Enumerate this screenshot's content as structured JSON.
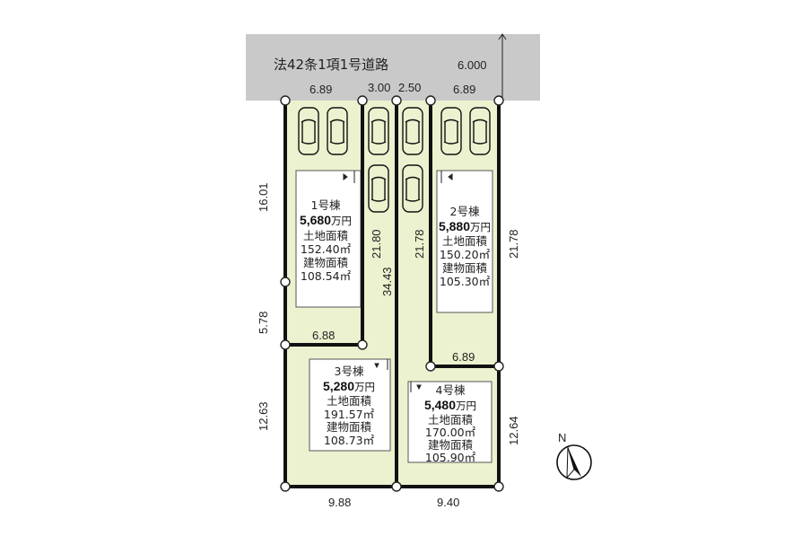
{
  "road": {
    "label": "法42条1項1号道路",
    "width": "6.000"
  },
  "dimensions": {
    "top_lot1": "6.89",
    "top_flag1": "3.00",
    "top_flag2": "2.50",
    "top_lot2": "6.89",
    "left_upper": "16.01",
    "left_mid": "5.78",
    "left_lower": "12.63",
    "flag1_depth": "21.80",
    "flag1_total": "34.43",
    "flag2_depth": "21.78",
    "lot2_right": "21.78",
    "lot4_right": "12.64",
    "lot1_bottom": "6.88",
    "lot2_bottom": "6.89",
    "bottom_lot3": "9.88",
    "bottom_lot4": "9.40"
  },
  "lots": [
    {
      "name": "1号棟",
      "price": "5,680",
      "unit": "万円",
      "land_label": "土地面積",
      "land": "152.40㎡",
      "bldg_label": "建物面積",
      "bldg": "108.54㎡"
    },
    {
      "name": "2号棟",
      "price": "5,880",
      "unit": "万円",
      "land_label": "土地面積",
      "land": "150.20㎡",
      "bldg_label": "建物面積",
      "bldg": "105.30㎡"
    },
    {
      "name": "3号棟",
      "price": "5,280",
      "unit": "万円",
      "land_label": "土地面積",
      "land": "191.57㎡",
      "bldg_label": "建物面積",
      "bldg": "108.73㎡"
    },
    {
      "name": "4号棟",
      "price": "5,480",
      "unit": "万円",
      "land_label": "土地面積",
      "land": "170.00㎡",
      "bldg_label": "建物面積",
      "bldg": "105.90㎡"
    }
  ],
  "compass": {
    "label": "N",
    "icon": "north-arrow-icon"
  },
  "colors": {
    "lot_fill": "#ecf2cf",
    "road_fill": "#c9c9c9"
  }
}
